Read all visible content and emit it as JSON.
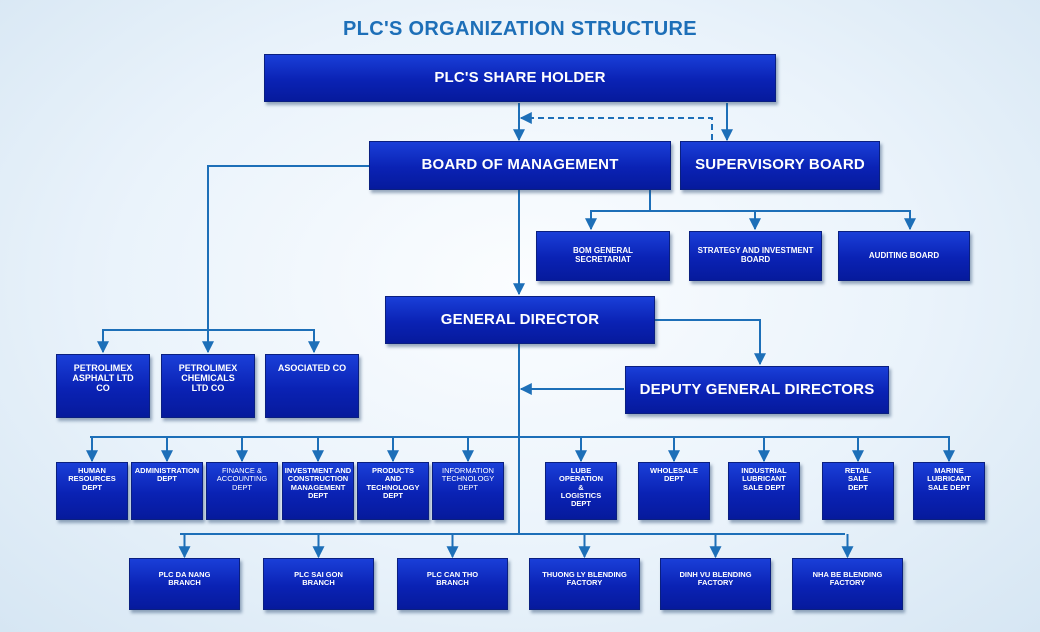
{
  "title": "PLC'S ORGANIZATION  STRUCTURE",
  "colors": {
    "box_fill": "#0a22b4",
    "line": "#1d6fb8",
    "title": "#1d6fb8"
  },
  "boxes": {
    "share_holder": "PLC'S SHARE  HOLDER",
    "board_of_management": "BOARD OF MANAGEMENT",
    "supervisory_board": "SUPERVISORY BOARD",
    "bom_general_secretariat": "BOM GENERAL SECRETARIAT",
    "strategy_investment_board": "STRATEGY AND INVESTMENT BOARD",
    "auditing_board": "AUDITING BOARD",
    "general_director": "GENERAL DIRECTOR",
    "deputy_general_directors": "DEPUTY GENERAL DIRECTORS"
  },
  "companies": [
    {
      "key": "asphalt",
      "label": "PETROLIMEX ASPHALT LTD CO"
    },
    {
      "key": "chemicals",
      "label": "PETROLIMEX CHEMICALS LTD CO"
    },
    {
      "key": "asociated",
      "label": "ASOCIATED  CO"
    }
  ],
  "departments": [
    {
      "key": "human-resources",
      "label": "HUMAN RESOURCES DEPT"
    },
    {
      "key": "administration",
      "label": "ADMINISTRATION DEPT"
    },
    {
      "key": "finance-accounting",
      "label": "FINANCE & ACCOUNTING DEPT"
    },
    {
      "key": "investment-construction",
      "label": "INVESTMENT AND CONSTRUCTION MANAGEMENT DEPT"
    },
    {
      "key": "products-technology",
      "label": "PRODUCTS AND TECHNOLOGY DEPT"
    },
    {
      "key": "information-technology",
      "label": "INFORMATION TECHNOLOGY DEPT"
    },
    {
      "key": "lube-operation-logistics",
      "label": "LUBE OPERATION & LOGISTICS DEPT"
    },
    {
      "key": "wholesale",
      "label": "WHOLESALE DEPT"
    },
    {
      "key": "industrial-lubricant-sale",
      "label": "INDUSTRIAL LUBRICANT SALE DEPT"
    },
    {
      "key": "retail-sale",
      "label": "RETAIL SALE DEPT"
    },
    {
      "key": "marine-lubricant-sale",
      "label": "MARINE LUBRICANT SALE DEPT"
    }
  ],
  "branches": [
    {
      "key": "da-nang",
      "label": "PLC DA NANG BRANCH"
    },
    {
      "key": "sai-gon",
      "label": "PLC SAI GON BRANCH"
    },
    {
      "key": "can-tho",
      "label": "PLC CAN THO BRANCH"
    },
    {
      "key": "thuong-ly",
      "label": "THUONG LY BLENDING FACTORY"
    },
    {
      "key": "dinh-vu",
      "label": "DINH VU BLENDING FACTORY"
    },
    {
      "key": "nha-be",
      "label": "NHA BE BLENDING FACTORY"
    }
  ]
}
